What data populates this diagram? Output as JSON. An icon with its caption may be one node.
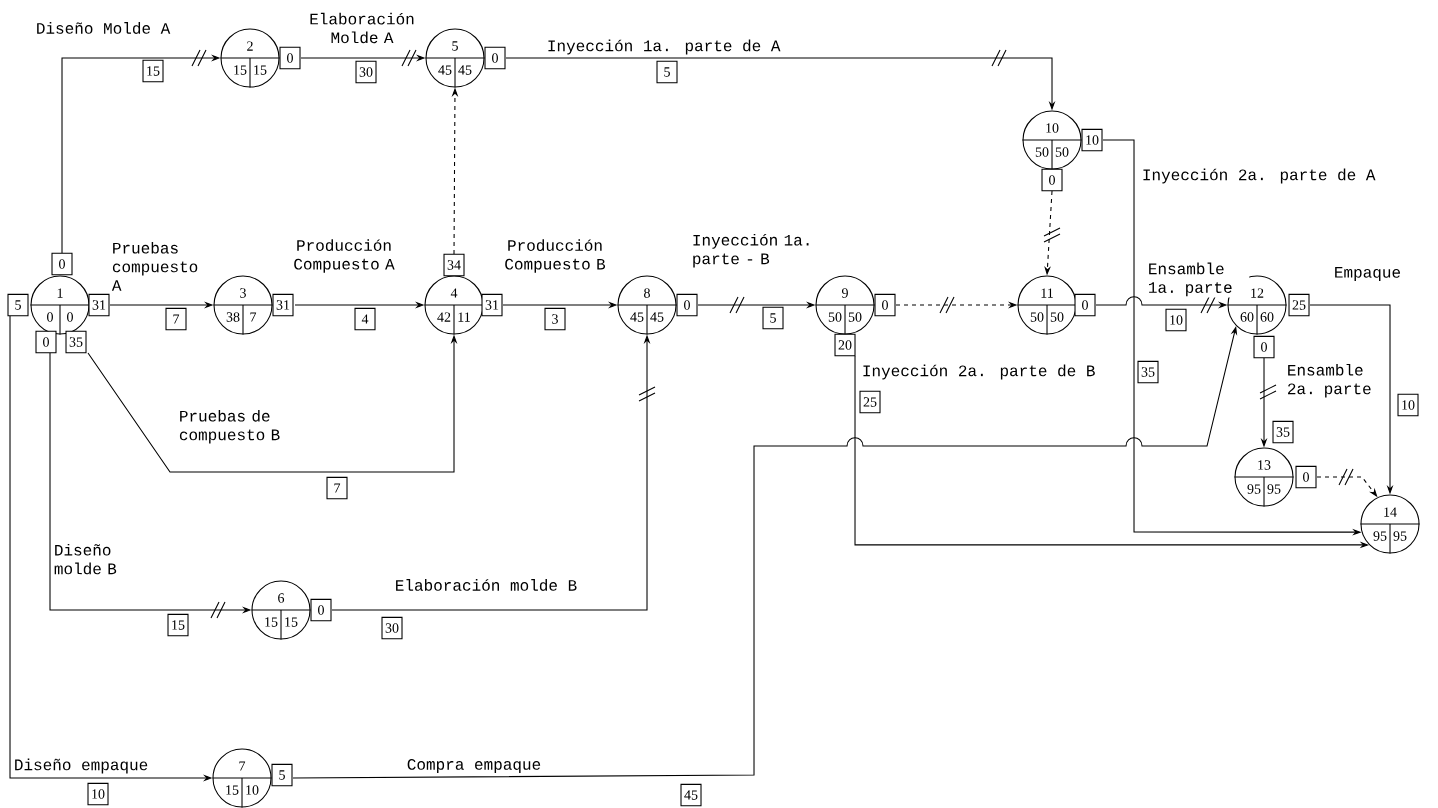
{
  "diagram": {
    "nodes": [
      {
        "text": [
          "1",
          "0",
          "0",
          "0",
          "5",
          "31",
          "0",
          "35"
        ]
      },
      {
        "text": [
          "2",
          "15",
          "15"
        ],
        "beside": [
          "0"
        ]
      },
      {
        "text": [
          "3",
          "38",
          "7"
        ],
        "beside": [
          "31"
        ]
      },
      {
        "text": [
          "4",
          "42",
          "11"
        ],
        "beside": [
          "34",
          "31"
        ]
      },
      {
        "text": [
          "5",
          "45",
          "45"
        ],
        "beside": [
          "0"
        ]
      },
      {
        "text": [
          "6",
          "15",
          "15"
        ],
        "beside": [
          "0"
        ]
      },
      {
        "text": [
          "7",
          "15",
          "10"
        ],
        "beside": [
          "5"
        ]
      },
      {
        "text": [
          "8",
          "45",
          "45"
        ],
        "beside": [
          "0"
        ]
      },
      {
        "text": [
          "9",
          "50",
          "50"
        ],
        "beside": [
          "0",
          "20"
        ]
      },
      {
        "text": [
          "10",
          "50",
          "50"
        ],
        "beside": [
          "10",
          "0"
        ]
      },
      {
        "text": [
          "11",
          "50",
          "50"
        ],
        "beside": [
          "0"
        ]
      },
      {
        "text": [
          "12",
          "60",
          "60"
        ],
        "beside": [
          "25",
          "0"
        ]
      },
      {
        "text": [
          "13",
          "95",
          "95"
        ],
        "beside": [
          "0"
        ]
      },
      {
        "text": [
          "14",
          "95",
          "95"
        ]
      }
    ],
    "edges": [
      {
        "from": 0,
        "to": 1,
        "arrow": "to",
        "label": "Diseño Molde A"
      },
      {
        "from": 0,
        "to": 2,
        "arrow": "to",
        "label": "Pruebas compuesto A"
      },
      {
        "from": 0,
        "to": 3,
        "arrow": "to",
        "label": "Pruebas de compuesto B"
      },
      {
        "from": 0,
        "to": 5,
        "arrow": "to",
        "label": "Diseño molde B"
      },
      {
        "from": 0,
        "to": 6,
        "arrow": "to",
        "label": "Diseño empaque"
      },
      {
        "from": 1,
        "to": 4,
        "arrow": "to",
        "label": "Elaboración Molde A"
      },
      {
        "from": 2,
        "to": 3,
        "arrow": "to",
        "label": "Producción Compuesto A"
      },
      {
        "from": 3,
        "to": 4,
        "arrow": "to",
        "style": "dashed"
      },
      {
        "from": 3,
        "to": 7,
        "arrow": "to",
        "label": "Producción Compuesto B"
      },
      {
        "from": 4,
        "to": 9,
        "arrow": "to",
        "label": "Inyección 1a. parte de A"
      },
      {
        "from": 5,
        "to": 7,
        "arrow": "to",
        "label": "Elaboración molde B"
      },
      {
        "from": 6,
        "to": 11,
        "arrow": "to",
        "label": "Compra empaque"
      },
      {
        "from": 7,
        "to": 8,
        "arrow": "to",
        "label": "Inyección 1a. parte - B"
      },
      {
        "from": 8,
        "to": 10,
        "arrow": "to",
        "style": "dashed"
      },
      {
        "from": 8,
        "to": 13,
        "arrow": "to",
        "label": "Inyección 2a. parte de B"
      },
      {
        "from": 9,
        "to": 10,
        "arrow": "to",
        "style": "dashed"
      },
      {
        "from": 9,
        "to": 13,
        "arrow": "to",
        "label": "Inyección 2a. parte de A"
      },
      {
        "from": 10,
        "to": 11,
        "arrow": "to",
        "label": "Ensamble 1a. parte"
      },
      {
        "from": 11,
        "to": 12,
        "arrow": "to",
        "label": "Ensamble 2a. parte"
      },
      {
        "from": 11,
        "to": 13,
        "arrow": "to",
        "label": "Empaque"
      },
      {
        "from": 12,
        "to": 13,
        "arrow": "to",
        "style": "dashed"
      }
    ],
    "labels": [
      "15",
      "30",
      "5",
      "7",
      "4",
      "3",
      "5",
      "10",
      "35",
      "25",
      "10",
      "35",
      "7",
      "15",
      "30",
      "10",
      "45"
    ]
  }
}
